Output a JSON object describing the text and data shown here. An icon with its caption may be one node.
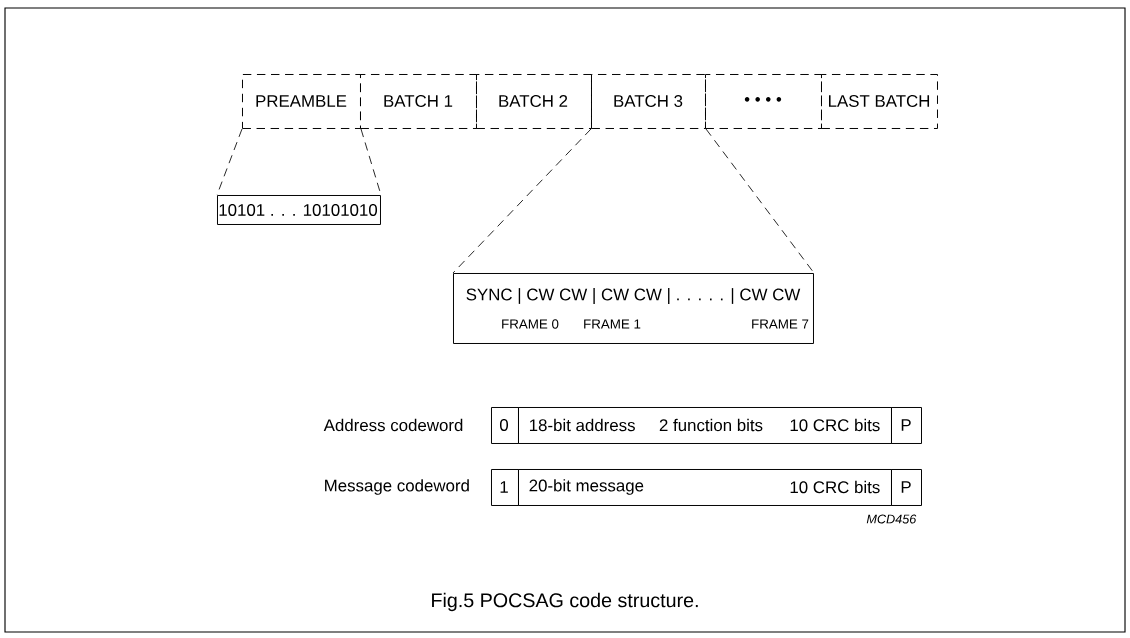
{
  "diagram": {
    "caption": "Fig.5 POCSAG code structure.",
    "nodes": [
      {
        "text": [
          "PREAMBLE"
        ]
      },
      {
        "text": [
          "BATCH 1"
        ]
      },
      {
        "text": [
          "BATCH 2"
        ]
      },
      {
        "text": [
          "BATCH 3"
        ]
      },
      {
        "text": [
          "• • • •"
        ]
      },
      {
        "text": [
          "LAST BATCH"
        ]
      },
      {
        "text": [
          "10101 . . . 10101010"
        ]
      },
      {
        "text": [
          "SYNC | CW CW | CW CW | . . . . . | CW CW",
          "FRAME 0",
          "FRAME 1",
          "FRAME 7"
        ]
      },
      {
        "text": [
          "0"
        ]
      },
      {
        "text": [
          "18-bit address",
          "2 function bits",
          "10 CRC bits"
        ]
      },
      {
        "text": [
          "P"
        ]
      },
      {
        "text": [
          "1"
        ]
      },
      {
        "text": [
          "20-bit message",
          "10 CRC bits"
        ]
      },
      {
        "text": [
          "P"
        ]
      }
    ],
    "edges": [
      {
        "from": 0,
        "to": 6,
        "arrow": "none",
        "style": "dashed"
      },
      {
        "from": 0,
        "to": 6,
        "arrow": "none",
        "style": "dashed"
      },
      {
        "from": 3,
        "to": 7,
        "arrow": "none",
        "style": "dashed"
      },
      {
        "from": 3,
        "to": 7,
        "arrow": "none",
        "style": "dashed"
      }
    ],
    "labels": [
      "Address codeword",
      "Message codeword",
      "MCD456"
    ]
  }
}
